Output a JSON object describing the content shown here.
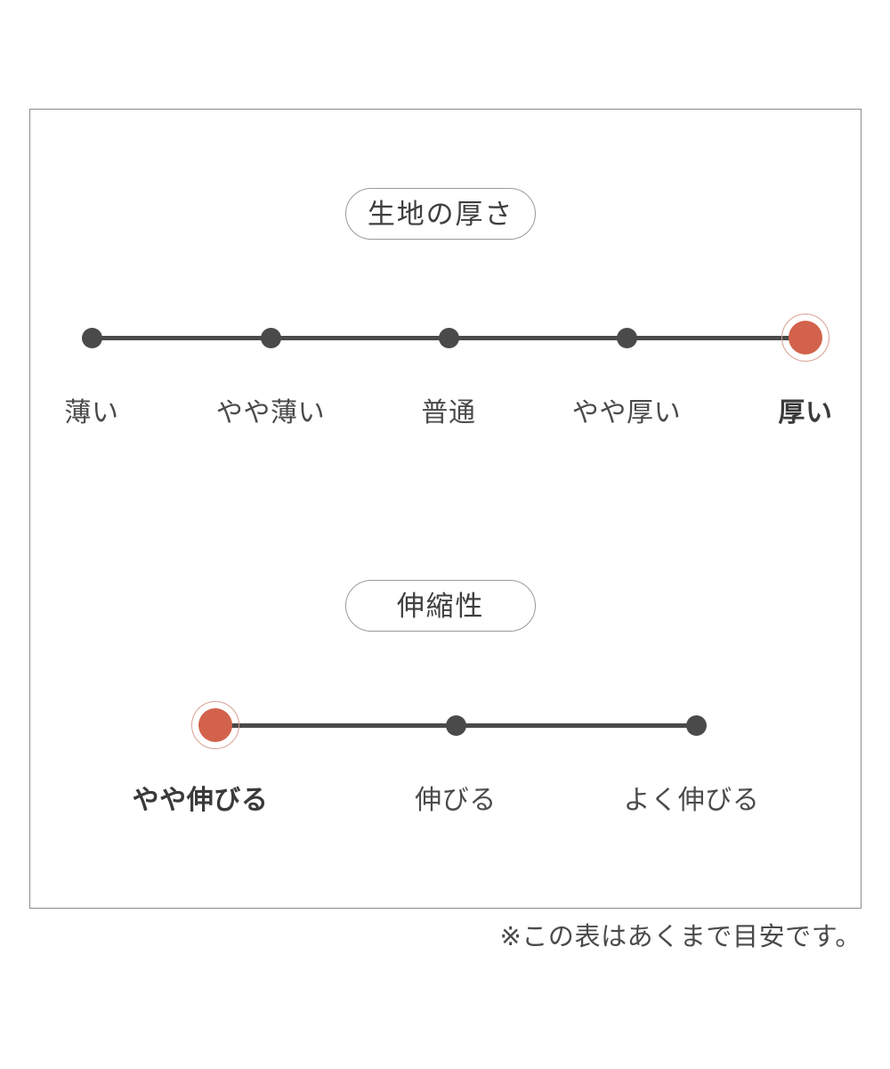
{
  "panel": {
    "border_color": "#8c8c8c",
    "background": "#ffffff"
  },
  "theme": {
    "accent_color": "#d2624b",
    "accent_ring_color": "#d8a092",
    "track_color": "#4a4a4a",
    "dot_color": "#4a4a4a",
    "text_color": "#4a4a4a",
    "badge_border_color": "#9a9a9a"
  },
  "sections": [
    {
      "id": "fabric-thickness",
      "badge_label": "生地の厚さ",
      "selected_index": 4,
      "options": [
        {
          "label": "薄い",
          "selected": false
        },
        {
          "label": "やや薄い",
          "selected": false
        },
        {
          "label": "普通",
          "selected": false
        },
        {
          "label": "やや厚い",
          "selected": false
        },
        {
          "label": "厚い",
          "selected": true
        }
      ]
    },
    {
      "id": "stretchiness",
      "badge_label": "伸縮性",
      "selected_index": 0,
      "options": [
        {
          "label": "やや伸びる",
          "selected": true
        },
        {
          "label": "伸びる",
          "selected": false
        },
        {
          "label": "よく伸びる",
          "selected": false
        }
      ]
    }
  ],
  "footnote": "※この表はあくまで目安です。",
  "chart_data": {
    "type": "table",
    "title": "",
    "charts": [
      {
        "name": "生地の厚さ",
        "type": "ordinal-scale",
        "categories": [
          "薄い",
          "やや薄い",
          "普通",
          "やや厚い",
          "厚い"
        ],
        "selected": "厚い",
        "selected_index": 4,
        "values": [
          0,
          0,
          0,
          0,
          1
        ]
      },
      {
        "name": "伸縮性",
        "type": "ordinal-scale",
        "categories": [
          "やや伸びる",
          "伸びる",
          "よく伸びる"
        ],
        "selected": "やや伸びる",
        "selected_index": 0,
        "values": [
          1,
          0,
          0
        ]
      }
    ],
    "note": "※この表はあくまで目安です。"
  }
}
